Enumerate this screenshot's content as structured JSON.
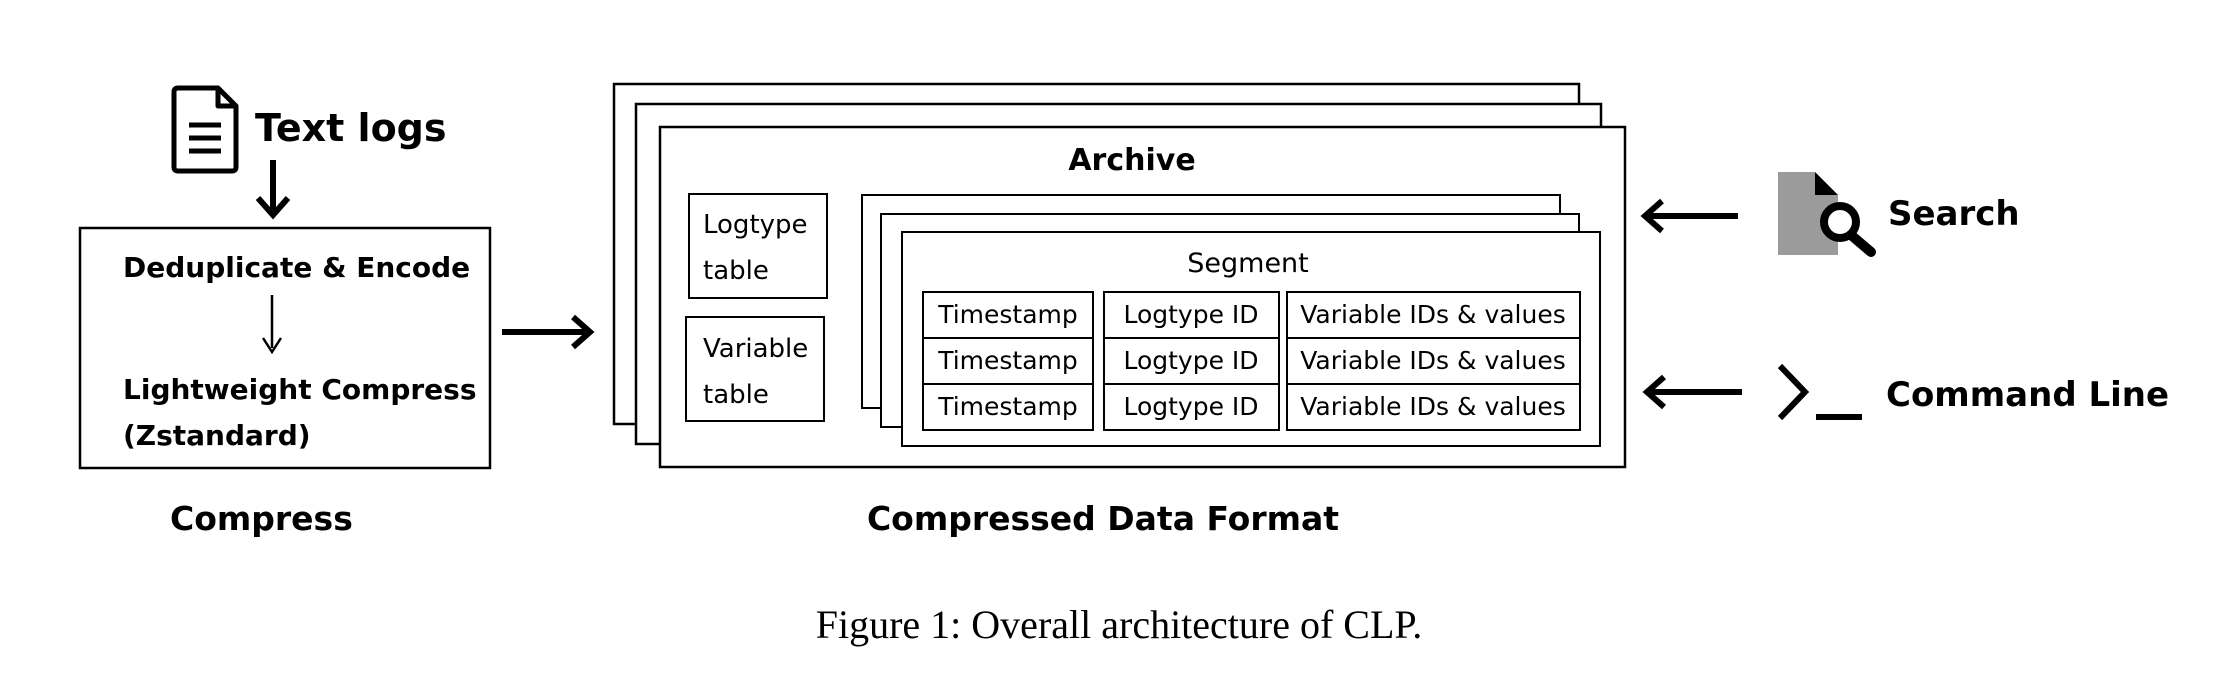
{
  "input": {
    "label": "Text logs",
    "icon": "document-icon"
  },
  "compress": {
    "step1": "Deduplicate & Encode",
    "step2_line1": "Lightweight Compress",
    "step2_line2": "(Zstandard)",
    "caption": "Compress"
  },
  "archive": {
    "title": "Archive",
    "logtype_table": [
      "Logtype",
      "table"
    ],
    "variable_table": [
      "Variable",
      "table"
    ],
    "segment": {
      "title": "Segment",
      "rows": [
        [
          "Timestamp",
          "Logtype ID",
          "Variable IDs & values"
        ],
        [
          "Timestamp",
          "Logtype ID",
          "Variable IDs & values"
        ],
        [
          "Timestamp",
          "Logtype ID",
          "Variable IDs & values"
        ]
      ]
    },
    "caption": "Compressed Data Format"
  },
  "tools": {
    "search": {
      "label": "Search",
      "icon": "search-document-icon"
    },
    "cli": {
      "label": "Command Line",
      "icon": "terminal-prompt-icon"
    }
  },
  "figure_caption": "Figure 1: Overall architecture of CLP.",
  "colors": {
    "stroke": "#000000",
    "icon_gray": "#9b9b9b",
    "background": "#ffffff"
  }
}
